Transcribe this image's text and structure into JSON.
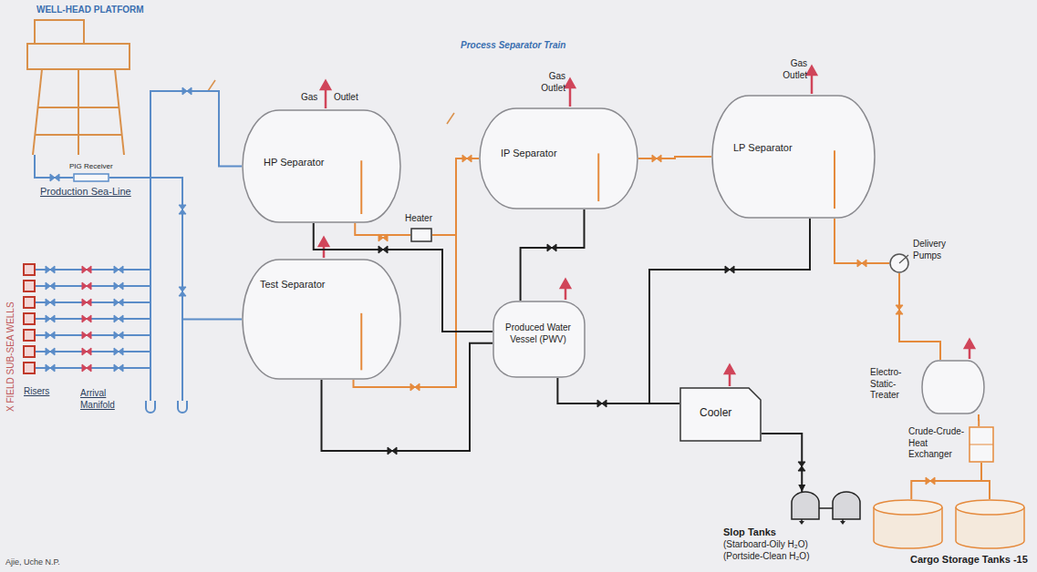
{
  "diagram": {
    "title": "Process Separator Train",
    "nodes": [
      {
        "text": [
          "HP Separator"
        ]
      },
      {
        "text": [
          "Heater"
        ]
      },
      {
        "text": [
          "IP Separator"
        ]
      },
      {
        "text": [
          "LP Separator"
        ]
      },
      {
        "text": [
          "Test Separator"
        ]
      },
      {
        "text": [
          "Produced Water Vessel (PWV)"
        ]
      },
      {
        "text": [
          "Cooler"
        ]
      },
      {
        "text": [
          "Delivery Pumps"
        ]
      },
      {
        "text": [
          "Electro-Static-Treater"
        ]
      },
      {
        "text": [
          "Crude-Crude-Heat Exchanger"
        ]
      },
      {
        "text": [
          "Slop Tanks",
          "(Starboard-Oily H₂O)",
          "(Portside-Clean H₂O)"
        ]
      },
      {
        "text": [
          "Cargo Storage Tanks -15"
        ]
      },
      {
        "text": [
          "PIG Receiver"
        ]
      }
    ],
    "edges": [
      {
        "from": 12,
        "to": 0,
        "arrow": "none"
      },
      {
        "from": 12,
        "to": 4,
        "arrow": "none"
      },
      {
        "from": 0,
        "to": 1,
        "arrow": "none"
      },
      {
        "from": 1,
        "to": 2,
        "arrow": "none"
      },
      {
        "from": 4,
        "to": 2,
        "arrow": "none"
      },
      {
        "from": 0,
        "to": 5,
        "arrow": "none"
      },
      {
        "from": 4,
        "to": 5,
        "arrow": "none"
      },
      {
        "from": 2,
        "to": 5,
        "arrow": "none"
      },
      {
        "from": 2,
        "to": 3,
        "arrow": "none"
      },
      {
        "from": 3,
        "to": 6,
        "arrow": "none"
      },
      {
        "from": 5,
        "to": 6,
        "arrow": "none"
      },
      {
        "from": 6,
        "to": 10,
        "arrow": "to"
      },
      {
        "from": 3,
        "to": 7,
        "arrow": "none"
      },
      {
        "from": 7,
        "to": 8,
        "arrow": "none"
      },
      {
        "from": 8,
        "to": 9,
        "arrow": "none"
      },
      {
        "from": 9,
        "to": 11,
        "arrow": "none"
      }
    ],
    "labels": [
      "WELL-HEAD PLATFORM",
      "Production Sea-Line",
      "X FIELD SUB-SEA WELLS",
      "Risers",
      "Arrival Manifold",
      "Gas",
      "Outlet",
      "Gas Outlet",
      "Gas Outlet",
      "Ajie, Uche N.P."
    ]
  }
}
